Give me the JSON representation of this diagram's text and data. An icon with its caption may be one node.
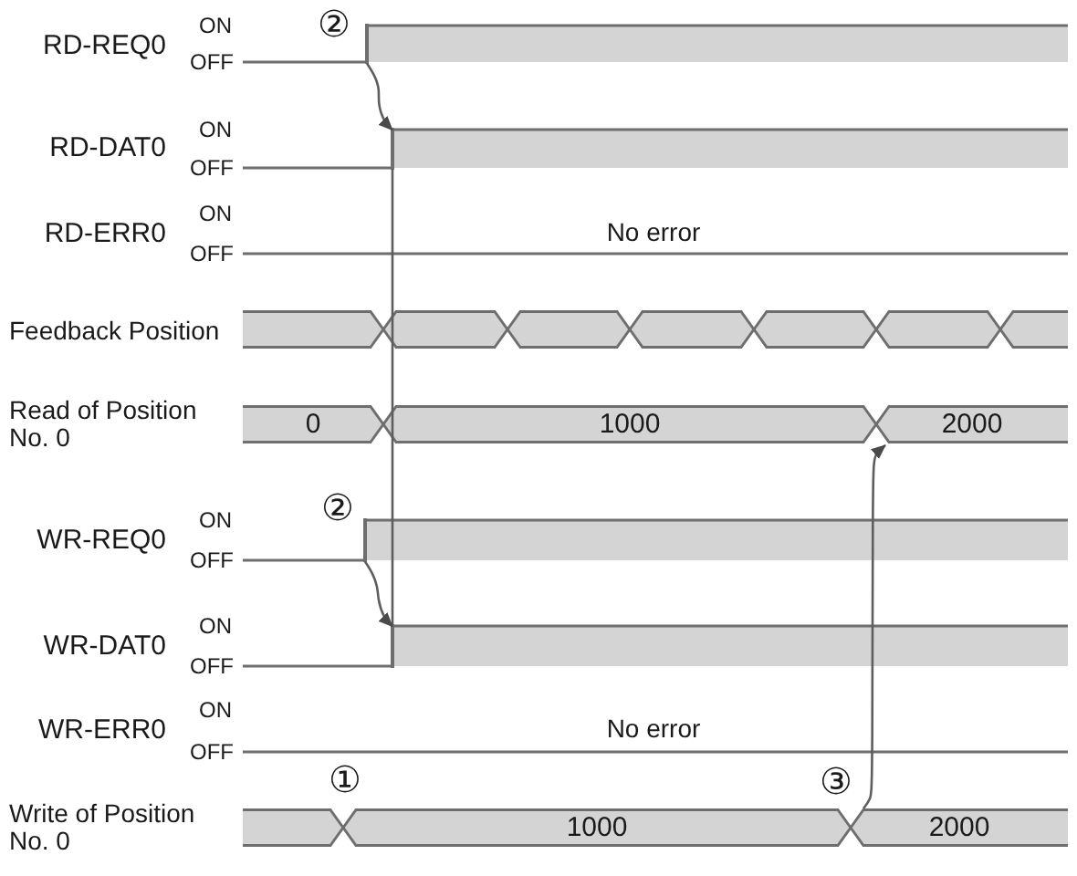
{
  "diagram": {
    "nodes": [
      {
        "text": [],
        "shape": "line"
      },
      {
        "text": [],
        "shape": "line"
      },
      {
        "text": [],
        "shape": "hexagon"
      },
      {
        "text": [],
        "shape": "hexagon"
      },
      {
        "text": [],
        "shape": "hexagon"
      },
      {
        "text": [],
        "shape": "hexagon"
      },
      {
        "text": [],
        "shape": "hexagon"
      },
      {
        "text": [],
        "shape": "hexagon"
      },
      {
        "text": [],
        "shape": "hexagon"
      },
      {
        "text": [
          "0"
        ]
      },
      {
        "text": [
          "1000"
        ]
      },
      {
        "text": [
          "2000"
        ]
      },
      {
        "text": [],
        "shape": "line"
      },
      {
        "text": [],
        "shape": "line"
      },
      {
        "text": [],
        "shape": "hexagon"
      },
      {
        "text": [
          "1000"
        ]
      },
      {
        "text": [
          "2000"
        ]
      }
    ],
    "edges": [
      {
        "from": 0,
        "to": 1,
        "arrow": "to"
      },
      {
        "from": 1,
        "to": 13,
        "arrow": "none"
      },
      {
        "from": 12,
        "to": 13,
        "arrow": "to"
      },
      {
        "from": 16,
        "to": 11,
        "arrow": "to"
      }
    ],
    "labels": [
      "RD-REQ0",
      "ON",
      "OFF",
      "②",
      "RD-DAT0",
      "ON",
      "OFF",
      "RD-ERR0",
      "ON",
      "OFF",
      "No error",
      "Feedback Position",
      "Read of Position No. 0",
      "WR-REQ0",
      "ON",
      "OFF",
      "②",
      "WR-DAT0",
      "ON",
      "OFF",
      "WR-ERR0",
      "ON",
      "OFF",
      "No error",
      "①",
      "③",
      "Write of Position No. 0"
    ]
  }
}
